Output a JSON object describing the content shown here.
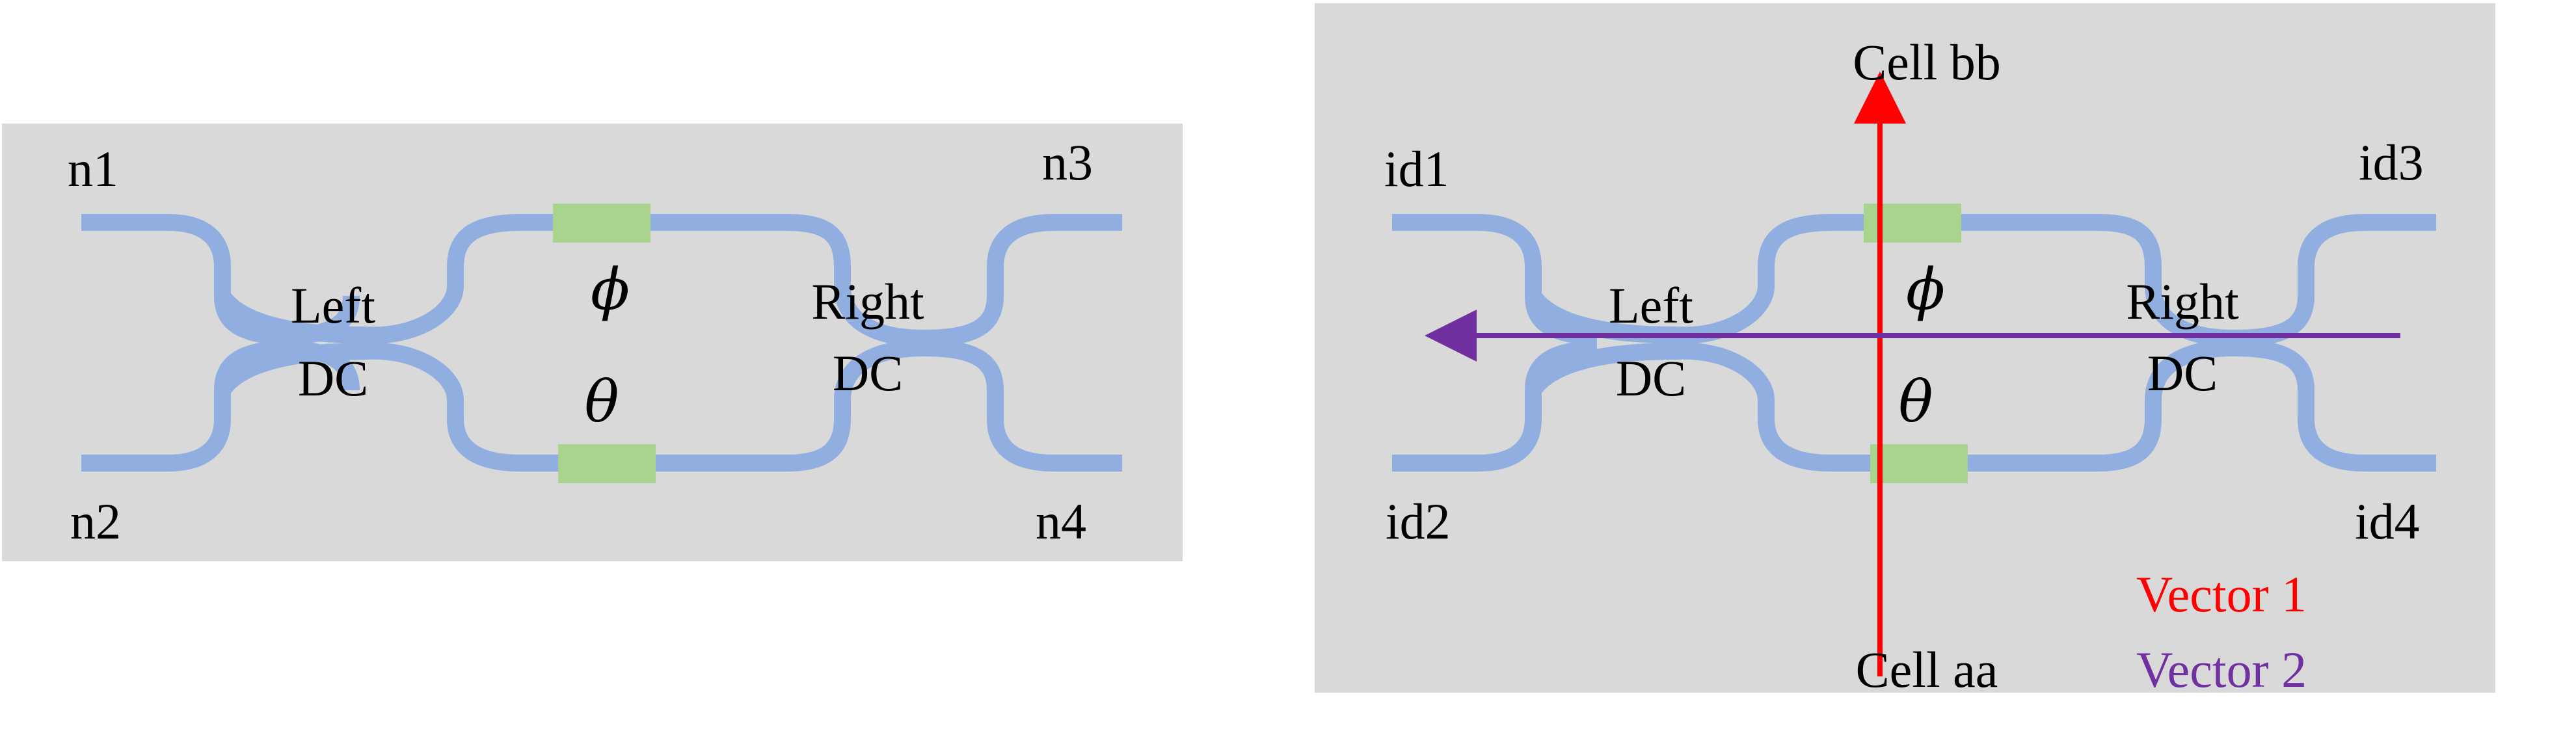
{
  "colors": {
    "background": "#ffffff",
    "panel": "#d9d9d9",
    "waveguide": "#90aee0",
    "phase_shifter": "#a8d48e",
    "vector1": "#ff0000",
    "vector2": "#7030a0",
    "text": "#000000"
  },
  "left_panel": {
    "ports": {
      "top_left": "n1",
      "bottom_left": "n2",
      "top_right": "n3",
      "bottom_right": "n4"
    },
    "left_dc": {
      "line1": "Left",
      "line2": "DC"
    },
    "right_dc": {
      "line1": "Right",
      "line2": "DC"
    },
    "phase_top": "ϕ",
    "phase_bottom": "θ"
  },
  "right_panel": {
    "ports": {
      "top_left": "id1",
      "bottom_left": "id2",
      "top_right": "id3",
      "bottom_right": "id4"
    },
    "left_dc": {
      "line1": "Left",
      "line2": "DC"
    },
    "right_dc": {
      "line1": "Right",
      "line2": "DC"
    },
    "phase_top": "ϕ",
    "phase_bottom": "θ",
    "cell_top": "Cell bb",
    "cell_bottom": "Cell aa",
    "legend": {
      "vector1": "Vector 1",
      "vector2": "Vector 2"
    }
  }
}
